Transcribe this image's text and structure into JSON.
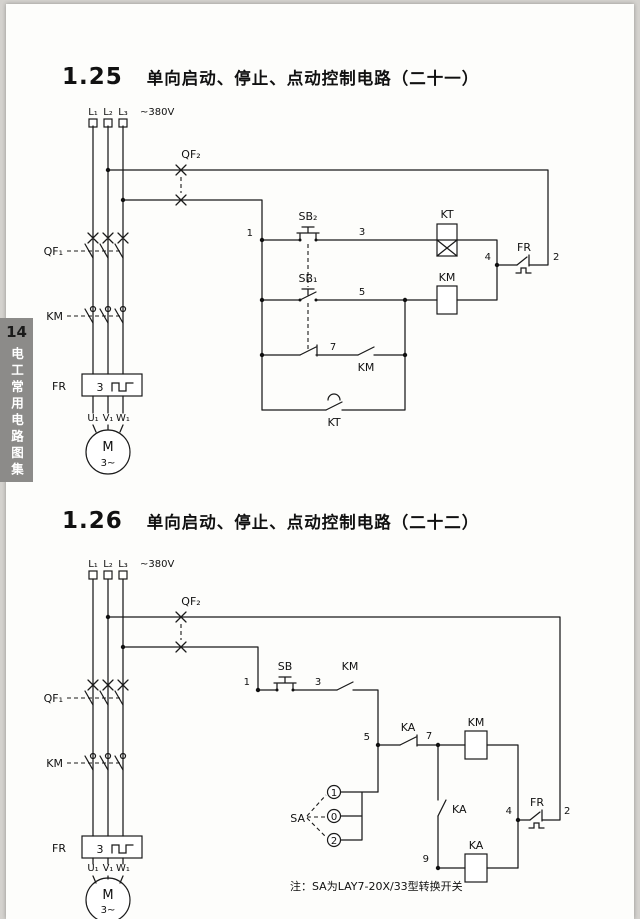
{
  "tab": {
    "number": "14",
    "title": "电工常用电路图集"
  },
  "c1": {
    "num": "1.25",
    "title": "单向启动、停止、点动控制电路（二十一）",
    "l1": "L₁",
    "l2": "L₂",
    "l3": "L₃",
    "voltage": "~380V",
    "qf2": "QF₂",
    "qf1": "QF₁",
    "km_main": "KM",
    "fr_label": "FR",
    "fr_setting": "3",
    "u1": "U₁",
    "v1": "V₁",
    "w1": "W₁",
    "motor": "M",
    "motor_phase": "3~",
    "sb2": "SB₂",
    "sb1": "SB₁",
    "kt_coil": "KT",
    "km_coil": "KM",
    "km_hold": "KM",
    "kt_contact": "KT",
    "fr_contact": "FR",
    "n1": "1",
    "n2": "2",
    "n3": "3",
    "n4": "4",
    "n5": "5",
    "n7": "7"
  },
  "c2": {
    "num": "1.26",
    "title": "单向启动、停止、点动控制电路（二十二）",
    "l1": "L₁",
    "l2": "L₂",
    "l3": "L₃",
    "voltage": "~380V",
    "qf2": "QF₂",
    "qf1": "QF₁",
    "km_main": "KM",
    "fr_label": "FR",
    "fr_setting": "3",
    "u1": "U₁",
    "v1": "V₁",
    "w1": "W₁",
    "motor": "M",
    "motor_phase": "3~",
    "sb": "SB",
    "km_contact": "KM",
    "ka_nc": "KA",
    "ka_no": "KA",
    "km_coil": "KM",
    "ka_coil": "KA",
    "fr_contact": "FR",
    "sa": "SA",
    "sa_pos1": "1",
    "sa_pos0": "0",
    "sa_pos2": "2",
    "n1": "1",
    "n2": "2",
    "n3": "3",
    "n4": "4",
    "n5": "5",
    "n7": "7",
    "n9": "9",
    "note": "注：SA为LAY7-20X/33型转换开关"
  }
}
